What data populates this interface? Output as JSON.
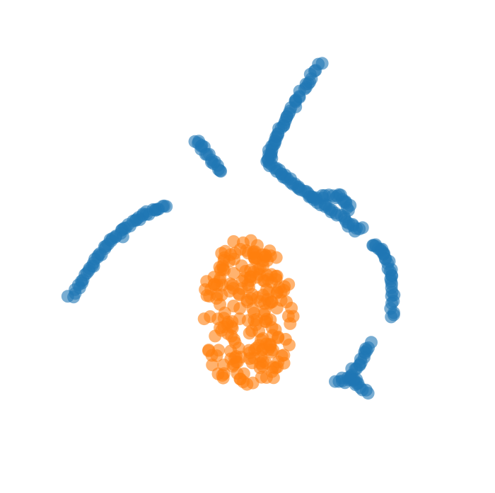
{
  "chart_data": {
    "type": "scatter",
    "title": "",
    "xlabel": "",
    "ylabel": "",
    "axes_visible": false,
    "grid": false,
    "legend": "none",
    "xlim": [
      -1.0,
      1.0
    ],
    "ylim": [
      -1.0,
      1.0
    ],
    "marker_alpha": 0.6,
    "series": [
      {
        "color": "#1f77b4",
        "arcs": [
          {
            "from": [
              -0.837,
              -0.237
            ],
            "to": [
              -0.39,
              0.186
            ],
            "through": [
              -0.64,
              0.04
            ]
          },
          {
            "from": [
              -0.25,
              0.49
            ],
            "to": [
              -0.13,
              0.34
            ]
          },
          {
            "from": [
              0.35,
              0.84
            ],
            "to": [
              0.1,
              0.39
            ],
            "through": [
              0.18,
              0.58
            ]
          },
          {
            "from": [
              0.1,
              0.39
            ],
            "to": [
              0.47,
              0.13
            ],
            "through": [
              0.26,
              0.26
            ]
          },
          {
            "from": [
              0.3,
              0.22
            ],
            "to": [
              0.49,
              0.17
            ],
            "through": [
              0.43,
              0.23
            ]
          },
          {
            "from": [
              0.47,
              0.11
            ],
            "to": [
              0.55,
              0.08
            ],
            "through": [
              0.51,
              0.09
            ]
          },
          {
            "from": [
              0.6,
              0.01
            ],
            "to": [
              0.691,
              -0.335
            ],
            "through": [
              0.68,
              -0.1
            ]
          },
          {
            "from": [
              0.59,
              -0.45
            ],
            "to": [
              0.49,
              -0.6
            ]
          },
          {
            "from": [
              0.42,
              -0.62
            ],
            "to": [
              0.52,
              -0.61
            ]
          },
          {
            "from": [
              0.52,
              -0.61
            ],
            "to": [
              0.566,
              -0.67
            ]
          }
        ]
      },
      {
        "color": "#ff7f0e",
        "blob": {
          "center": [
            0.0,
            -0.32
          ],
          "spread": [
            0.22,
            0.36
          ]
        }
      }
    ]
  }
}
